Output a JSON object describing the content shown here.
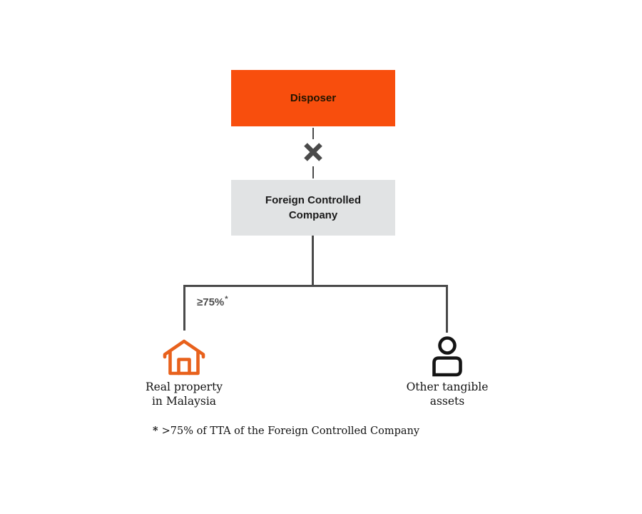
{
  "diagram": {
    "title_implicit": "Foreign Controlled Company ownership structure",
    "colors": {
      "disposer_box_bg": "#F84E0D",
      "fcc_box_bg": "#E1E3E4",
      "connector": "#4A4A4A",
      "house_icon": "#E8611C",
      "person_icon": "#141414",
      "text": "#121212"
    },
    "nodes": {
      "disposer": {
        "label": "Disposer"
      },
      "foreign_controlled_company": {
        "label": "Foreign Controlled Company"
      }
    },
    "relationship": {
      "icon": "cross-icon"
    },
    "ownership": {
      "value": "≥75%",
      "footnote_marker": "*"
    },
    "leaves": [
      {
        "icon": "house-icon",
        "caption": "Real property\nin Malaysia"
      },
      {
        "icon": "person-icon",
        "caption": "Other tangible\nassets"
      }
    ],
    "footnote": {
      "marker": "*",
      "text": ">75% of TTA of the Foreign Controlled Company"
    }
  }
}
